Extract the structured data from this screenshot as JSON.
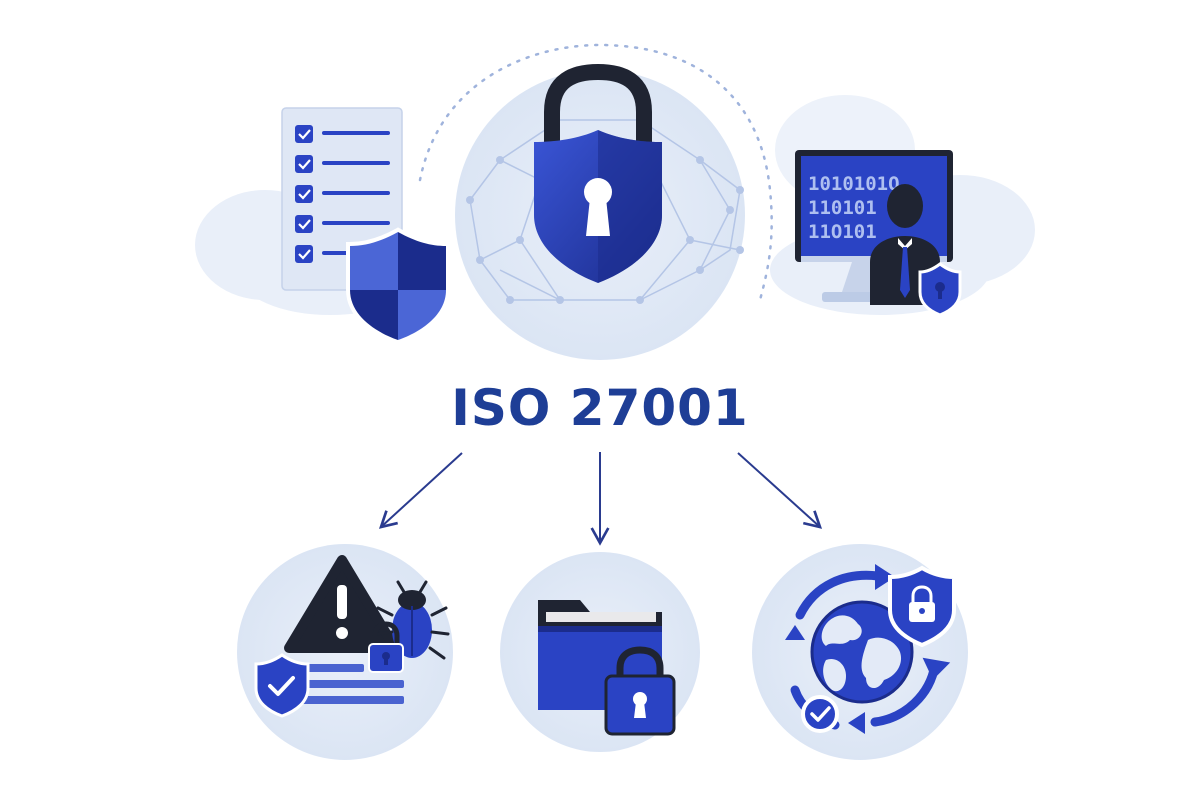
{
  "title": "ISO 27001",
  "monitor_lines": [
    "1010101O",
    "110101",
    "11O101"
  ],
  "colors": {
    "primary": "#2a43c4",
    "dark": "#1b2c8c",
    "navy": "#1e3e96",
    "mid": "#4a63d0",
    "light_bg": "#e6edf8",
    "pale": "#d6e1f3",
    "text_dark": "#1f2432"
  },
  "icons": {
    "top_left": "checklist-shield-icon",
    "top_center": "padlock-shield-icon",
    "top_right": "monitor-user-icon",
    "bottom_left": "risk-warning-icon",
    "bottom_center": "locked-folder-icon",
    "bottom_right": "secure-globe-icon"
  }
}
